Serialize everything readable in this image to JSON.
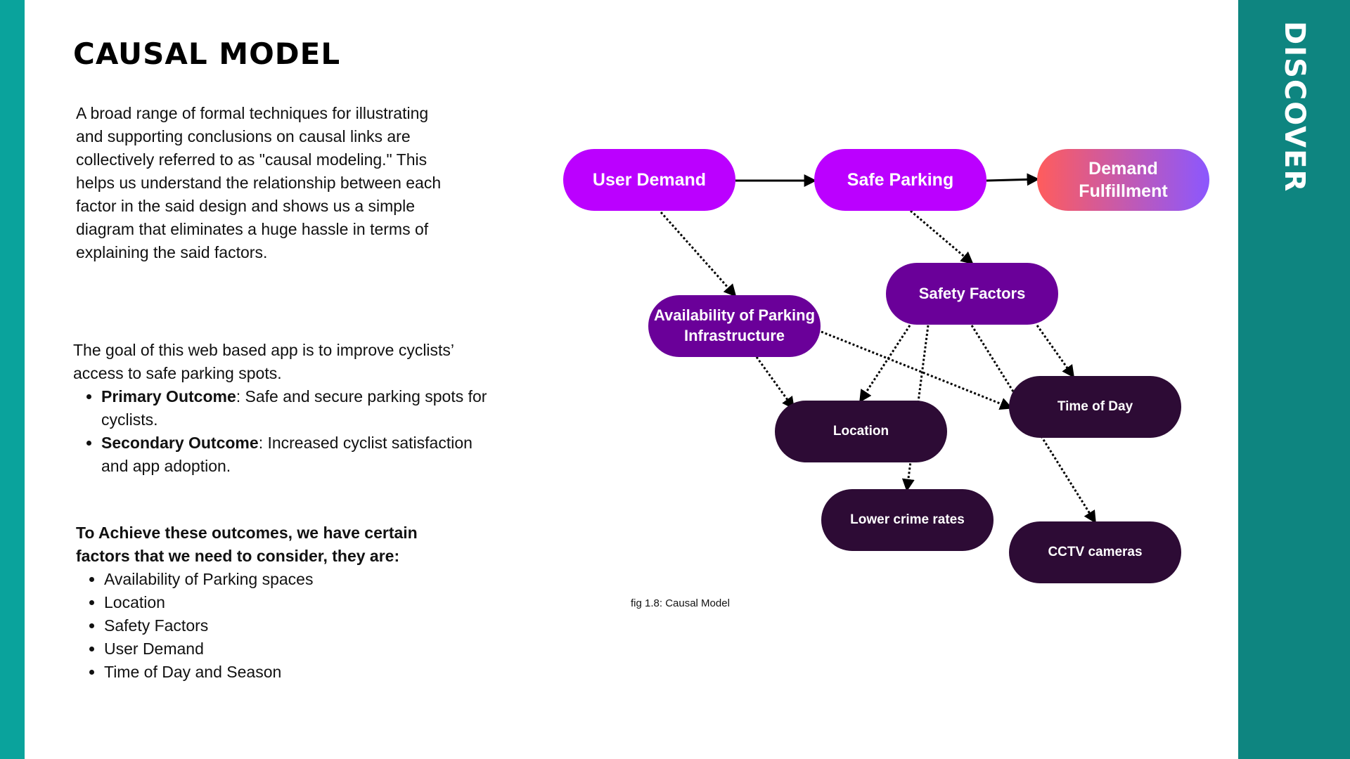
{
  "sidebar": {
    "label": "DISCOVER"
  },
  "title": "CAUSAL MODEL",
  "intro": "A broad range of formal techniques for illustrating and supporting conclusions on causal links are collectively referred to as \"causal modeling.\" This helps us understand the relationship between each factor in the said design and shows us a simple diagram that eliminates a huge hassle in terms of explaining the said factors.",
  "goal": {
    "text": "The goal of this web based app is to improve cyclists’ access to safe parking spots.",
    "outcomes": [
      {
        "label": "Primary Outcome",
        "text": ": Safe and secure parking spots for cyclists."
      },
      {
        "label": "Secondary Outcome",
        "text": ": Increased cyclist satisfaction and app adoption."
      }
    ]
  },
  "factors": {
    "heading": "To Achieve these outcomes, we have certain factors that we need to consider, they are:",
    "items": [
      "Availability of Parking spaces",
      "Location",
      "Safety Factors",
      "User Demand",
      "Time of Day and Season"
    ]
  },
  "diagram": {
    "caption": "fig 1.8: Causal Model",
    "colors": {
      "primary": "#bb00ff",
      "secondary": "#6a0099",
      "leaf": "#2d0b35",
      "gradient_start": "#ff5c5c",
      "gradient_end": "#8b57ff"
    },
    "nodes": {
      "user_demand": "User Demand",
      "safe_parking": "Safe Parking",
      "demand_fulfillment": "Demand Fulfillment",
      "availability": "Availability of Parking Infrastructure",
      "safety_factors": "Safety Factors",
      "location": "Location",
      "time_of_day": "Time of Day",
      "lower_crime": "Lower crime rates",
      "cctv": "CCTV cameras"
    }
  }
}
